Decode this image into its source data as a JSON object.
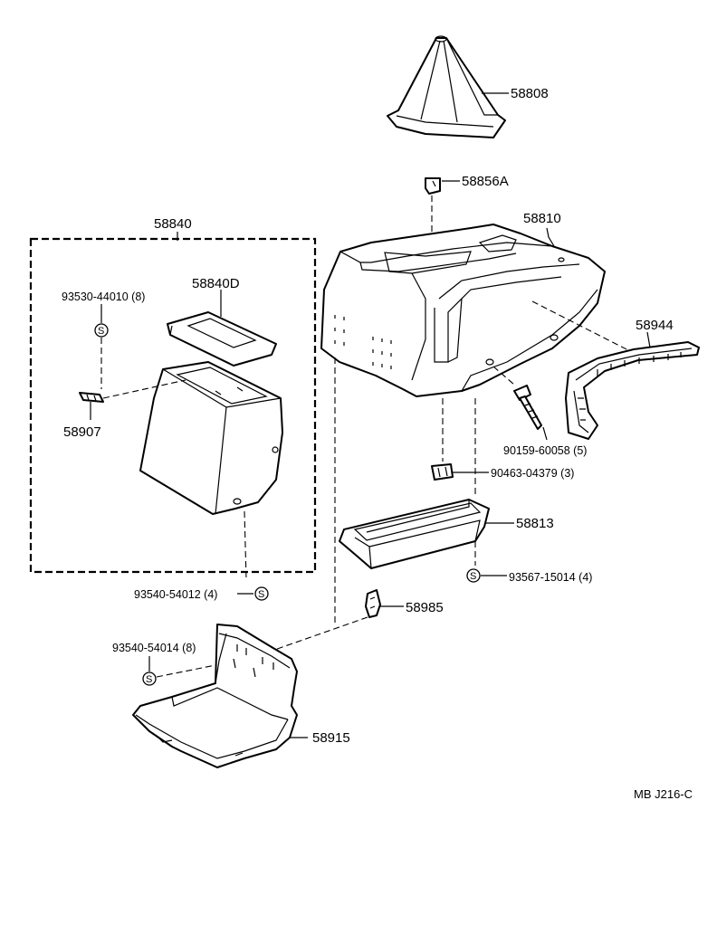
{
  "diagram": {
    "ref_code": "MB  J216-C",
    "group_label": "58840",
    "parts": [
      {
        "id": "58808",
        "label": "58808"
      },
      {
        "id": "58856A",
        "label": "58856A"
      },
      {
        "id": "58810",
        "label": "58810"
      },
      {
        "id": "58944",
        "label": "58944"
      },
      {
        "id": "58840D",
        "label": "58840D"
      },
      {
        "id": "93530-44010",
        "label": "93530-44010 (8)"
      },
      {
        "id": "58907",
        "label": "58907"
      },
      {
        "id": "90159-60058",
        "label": "90159-60058 (5)"
      },
      {
        "id": "90463-04379",
        "label": "90463-04379 (3)"
      },
      {
        "id": "58813",
        "label": "58813"
      },
      {
        "id": "93567-15014",
        "label": "93567-15014 (4)"
      },
      {
        "id": "93540-54012",
        "label": "93540-54012 (4)"
      },
      {
        "id": "58985",
        "label": "58985"
      },
      {
        "id": "93540-54014",
        "label": "93540-54014 (8)"
      },
      {
        "id": "58915",
        "label": "58915"
      }
    ],
    "symbol_letter": "S"
  }
}
